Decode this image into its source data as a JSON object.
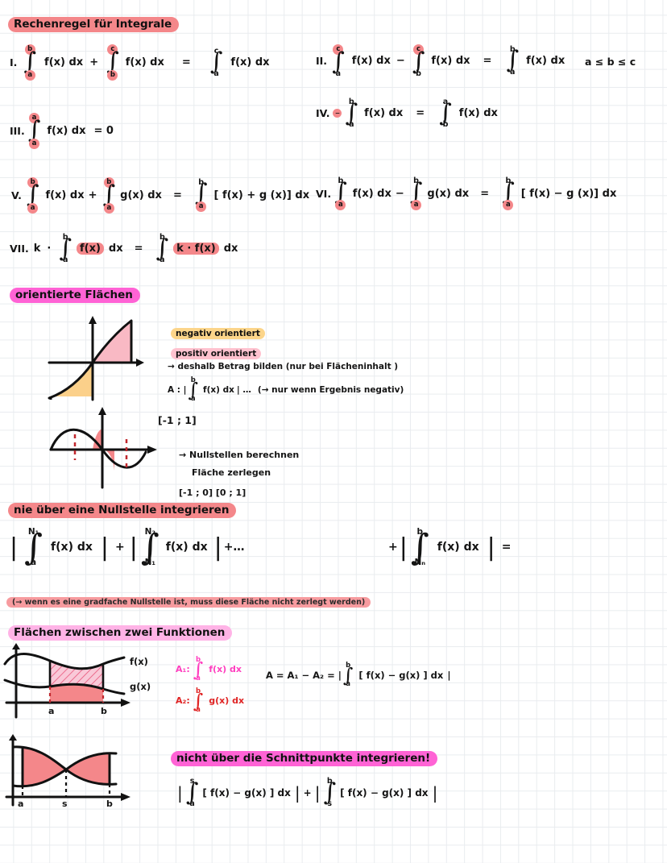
{
  "page": {
    "background": "#ffffff",
    "grid_color": "#e9ecef",
    "accent_salmon": "#f4878a",
    "accent_magenta": "#ff63d5",
    "accent_pink_light": "#ffb3e6",
    "accent_orange": "#fcd58a",
    "ink": "#141414"
  },
  "section1": {
    "title": "Rechenregel für Integrale",
    "rules": {
      "I": {
        "num": "I.",
        "t1_lower": "a",
        "t1_upper": "b",
        "t1_body": "f(x) dx",
        "op1": "+",
        "t2_lower": "b",
        "t2_upper": "c",
        "t2_body": "f(x) dx",
        "eq": "=",
        "t3_lower": "a",
        "t3_upper": "c",
        "t3_body": "f(x) dx"
      },
      "II": {
        "num": "II.",
        "t1_lower": "a",
        "t1_upper": "c",
        "t1_body": "f(x) dx",
        "op1": "−",
        "t2_lower": "b",
        "t2_upper": "c",
        "t2_body": "f(x) dx",
        "eq": "=",
        "t3_lower": "a",
        "t3_upper": "b",
        "t3_body": "f(x) dx"
      },
      "III": {
        "num": "III.",
        "t1_lower": "a",
        "t1_upper": "a",
        "t1_body": "f(x) dx",
        "eq": "= 0"
      },
      "IV": {
        "num": "IV.",
        "minus": "−",
        "t1_lower": "a",
        "t1_upper": "b",
        "t1_body": "f(x) dx",
        "eq": "=",
        "t2_lower": "b",
        "t2_upper": "a",
        "t2_body": "f(x) dx"
      },
      "V": {
        "num": "V.",
        "t1_lower": "a",
        "t1_upper": "b",
        "t1_body": "f(x) dx",
        "op1": "+",
        "t2_lower": "a",
        "t2_upper": "b",
        "t2_body": "g(x) dx",
        "eq": "=",
        "t3_lower": "a",
        "t3_upper": "b",
        "t3_body": "[ f(x) + g (x)] dx"
      },
      "VI": {
        "num": "VI.",
        "t1_lower": "a",
        "t1_upper": "b",
        "t1_body": "f(x) dx",
        "op1": "−",
        "t2_lower": "a",
        "t2_upper": "b",
        "t2_body": "g(x) dx",
        "eq": "=",
        "t3_lower": "a",
        "t3_upper": "b",
        "t3_body": "[ f(x) − g (x)] dx"
      },
      "VII": {
        "num": "VII.",
        "k": "k",
        "dotop": "·",
        "t1_lower": "a",
        "t1_upper": "b",
        "t1_body": "f(x)",
        "t1_tail": "dx",
        "eq": "=",
        "t2_lower": "a",
        "t2_upper": "b",
        "t2_body": "k · f(x)",
        "t2_tail": "dx"
      }
    },
    "condition": "a ≤ b ≤ c"
  },
  "section2": {
    "title": "orientierte Flächen",
    "legend": [
      {
        "label": "negativ orientiert",
        "color": "#fcd58a"
      },
      {
        "label": "positiv orientiert",
        "color": "#ffc2cf"
      }
    ],
    "note1": "→ deshalb Betrag bilden  (nur bei Flächeninhalt )",
    "note2_prefix": "A : |",
    "note2_lower": "a",
    "note2_upper": "b",
    "note2_body": "f(x) dx",
    "note2_suffix": "| …",
    "note2_tail": "(→ nur wenn Ergebnis negativ)",
    "interval": "[-1 ; 1]",
    "note3": "→ Nullstellen berechnen",
    "note4": "Fläche zerlegen",
    "note5": "[-1 ; 0]   [0 ; 1]"
  },
  "section3": {
    "title": "nie über eine Nullstelle integrieren",
    "formula": {
      "b1": "|",
      "t1_lower": "a",
      "t1_upper": "N₁",
      "t1_body": "f(x) dx",
      "b2": "|",
      "plus1": "+",
      "b3": "|",
      "t2_lower": "N₁",
      "t2_upper": "N₂",
      "t2_body": "f(x) dx",
      "b4": "|",
      "plus2": "+…",
      "plus3": "+",
      "b5": "|",
      "t3_lower": "Nₙ",
      "t3_upper": "b",
      "t3_body": "f(x) dx",
      "b6": "|",
      "eq": "="
    },
    "note": "(→ wenn es eine gradfache Nullstelle ist, muss diese Fläche nicht zerlegt werden)"
  },
  "section4": {
    "title": "Flächen zwischen zwei Funktionen",
    "graph_labels": {
      "fx": "f(x)",
      "gx": "g(x)",
      "a": "a",
      "b": "b"
    },
    "a1": {
      "name": "A₁:",
      "lower": "a",
      "upper": "b",
      "body": "f(x) dx",
      "color": "#ff3fbf"
    },
    "a2": {
      "name": "A₂:",
      "lower": "a",
      "upper": "b",
      "body": "g(x) dx",
      "color": "#e02424"
    },
    "result_prefix": "A = A₁ − A₂  = |",
    "result_lower": "a",
    "result_upper": "b",
    "result_body": "[ f(x) − g(x) ] dx",
    "result_suffix": "|"
  },
  "section5": {
    "title": "nicht über die Schnittpunkte integrieren!",
    "graph_labels": {
      "a": "a",
      "s": "s",
      "b": "b"
    },
    "formula": {
      "b1": "|",
      "t1_lower": "a",
      "t1_upper": "s",
      "t1_body": "[ f(x) − g(x) ] dx",
      "b2": "|",
      "plus": "+",
      "b3": "|",
      "t2_lower": "s",
      "t2_upper": "b",
      "t2_body": "[ f(x) − g(x) ] dx",
      "b4": "|"
    }
  }
}
